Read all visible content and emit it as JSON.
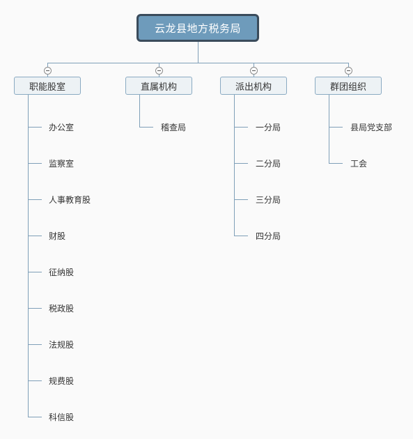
{
  "root": {
    "label": "云龙县地方税务局"
  },
  "branches": [
    {
      "label": "职能股室",
      "children": [
        "办公室",
        "监察室",
        "人事教育股",
        "财股",
        "征纳股",
        "税政股",
        "法规股",
        "规费股",
        "科信股"
      ]
    },
    {
      "label": "直属机构",
      "children": [
        "稽查局"
      ]
    },
    {
      "label": "派出机构",
      "children": [
        "一分局",
        "二分局",
        "三分局",
        "四分局"
      ]
    },
    {
      "label": "群团组织",
      "children": [
        "县局党支部",
        "工会"
      ]
    }
  ],
  "colors": {
    "root_fill": "#6e9bbb",
    "root_border": "#3a4b5b",
    "branch_fill": "#edf2f5",
    "branch_border": "#8aaac2",
    "connector": "#7f9fb8"
  }
}
